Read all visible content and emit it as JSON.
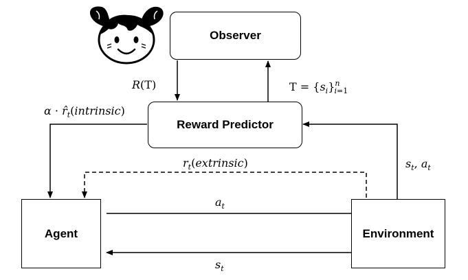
{
  "nodes": {
    "observer": "Observer",
    "reward_predictor": "Reward Predictor",
    "agent": "Agent",
    "environment": "Environment"
  },
  "edges": {
    "R_label": "R(T)",
    "T_label": "T = {s_i}_{i=1}^n",
    "intrinsic": "α · r̂_t(intrinsic)",
    "extrinsic": "r_t(extrinsic)",
    "state_action": "s_t, a_t",
    "action": "a_t",
    "state": "s_t"
  },
  "colors": {
    "stroke": "#000000",
    "background": "#ffffff",
    "skin": "#ffffff",
    "hair": "#000000"
  },
  "icons": {
    "observer_avatar": "girl-face-icon"
  }
}
